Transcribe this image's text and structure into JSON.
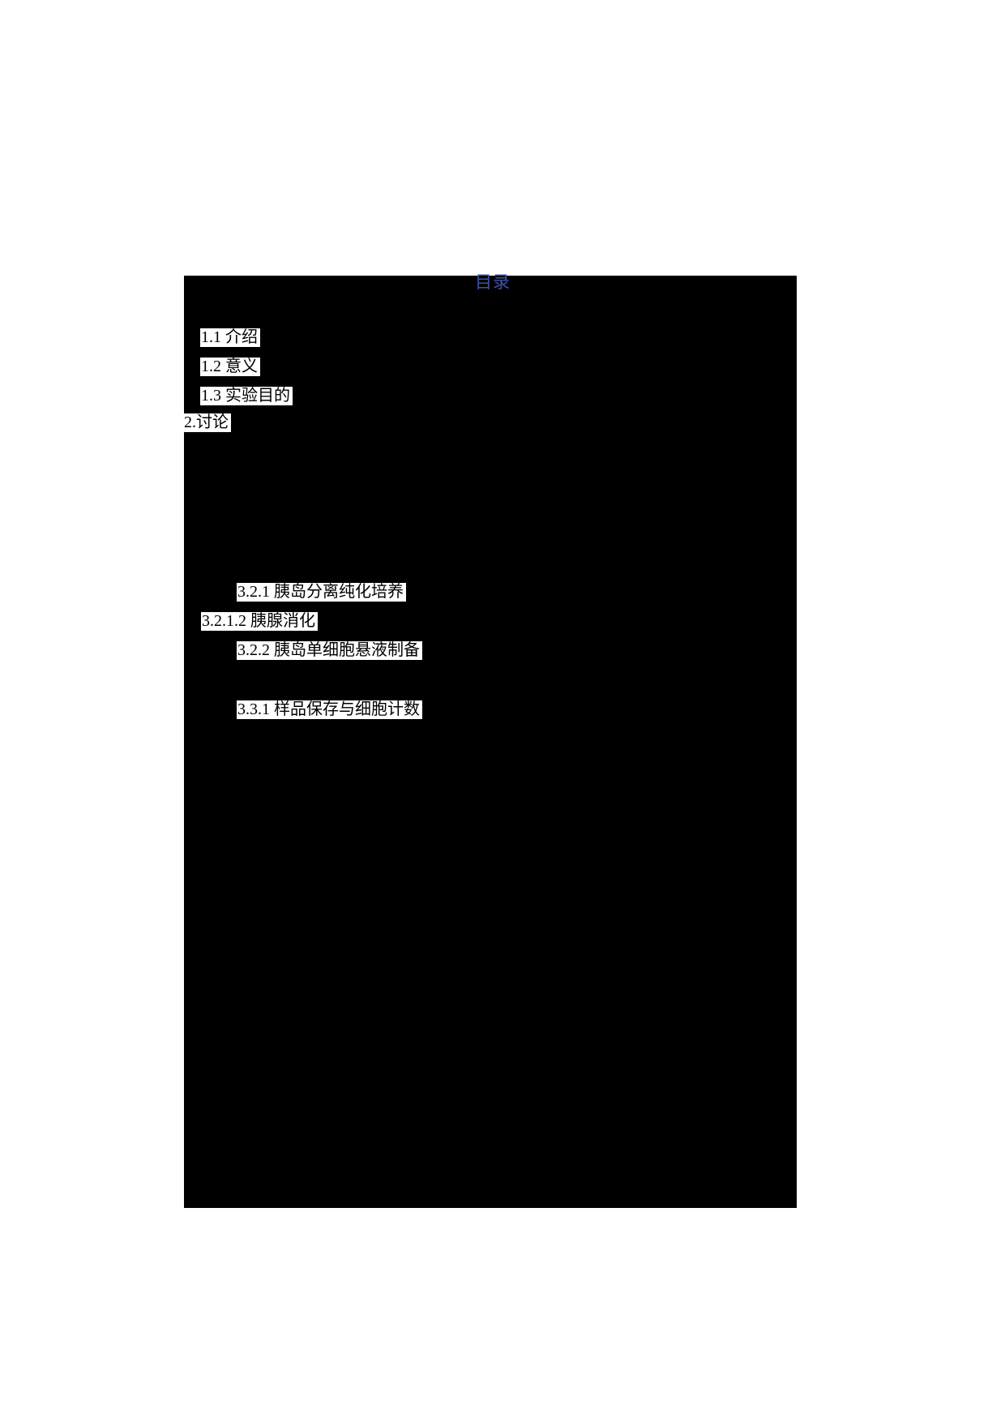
{
  "document": {
    "toc_title": "目录",
    "colors": {
      "title_blue": "#3C55A5",
      "region_black": "#000000",
      "page_white": "#ffffff",
      "entry_highlight": "#ffffff",
      "entry_text": "#000000"
    },
    "entries": [
      {
        "label": "1.1 介绍"
      },
      {
        "label": "1.2 意义"
      },
      {
        "label": "1.3 实验目的"
      },
      {
        "label": "2.讨论"
      },
      {
        "label": "3.2.1 胰岛分离纯化培养"
      },
      {
        "label": "3.2.1.2 胰腺消化"
      },
      {
        "label": "3.2.2 胰岛单细胞悬液制备"
      },
      {
        "label": "3.3.1 样品保存与细胞计数"
      }
    ]
  }
}
